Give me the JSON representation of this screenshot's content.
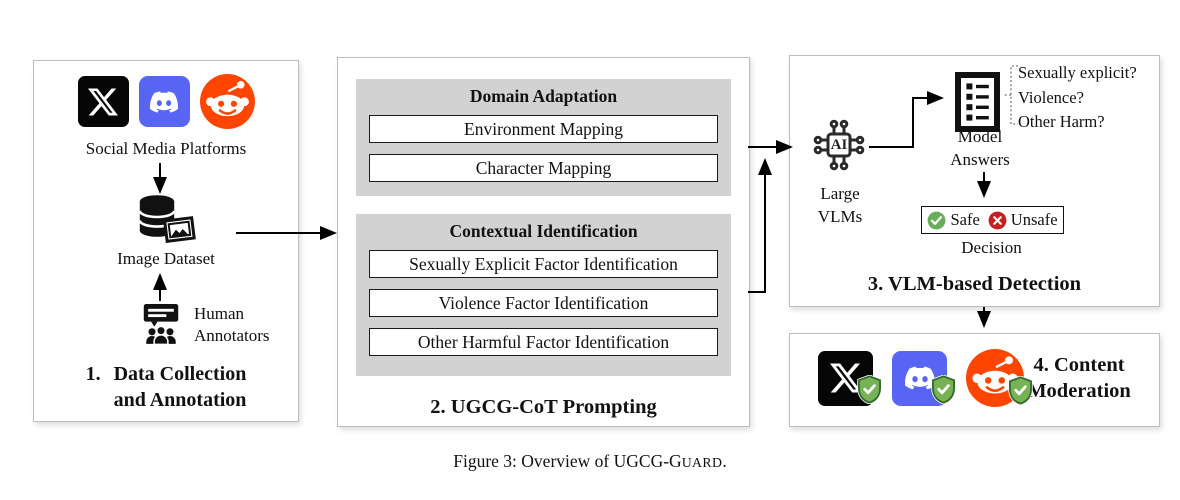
{
  "colors": {
    "x-black": "#060606",
    "discord-blue": "#5865F2",
    "reddit-orange": "#FF4500",
    "safe-green": "#67AE5B",
    "unsafe-red": "#C2211F",
    "shield-green": "#77B356",
    "shield-border": "#35682D",
    "section-gray": "#D2D2D2",
    "panel-border": "#BDBDBD"
  },
  "icons": [
    "x-icon",
    "discord-icon",
    "reddit-icon",
    "database-icon",
    "image-photo-icon",
    "presentation-board-icon",
    "people-group-icon",
    "ai-chip-icon",
    "checklist-icon",
    "check-circle-icon",
    "x-circle-icon",
    "shield-check-icon"
  ],
  "box1": {
    "title_number": "1.",
    "title_line1": "Data Collection",
    "title_line2": "and Annotation",
    "platforms_label": "Social Media Platforms",
    "dataset_label": "Image Dataset",
    "annotators_line1": "Human",
    "annotators_line2": "Annotators"
  },
  "box2": {
    "title": "2. UGCG-CoT Prompting",
    "sections": [
      {
        "title": "Domain Adaptation",
        "items": [
          "Environment Mapping",
          "Character Mapping"
        ]
      },
      {
        "title": "Contextual Identification",
        "items": [
          "Sexually Explicit Factor Identification",
          "Violence Factor Identification",
          "Other Harmful Factor Identification"
        ]
      }
    ]
  },
  "box3": {
    "title": "3. VLM-based Detection",
    "ai_chip_text": "AI",
    "vlm_line1": "Large",
    "vlm_line2": "VLMs",
    "answers_line1": "Model",
    "answers_line2": "Answers",
    "questions": [
      "Sexually explicit?",
      "Violence?",
      "Other Harm?"
    ],
    "safe_label": "Safe",
    "unsafe_label": "Unsafe",
    "decision_label": "Decision"
  },
  "box4": {
    "title_line1": "4. Content",
    "title_line2": "Moderation"
  },
  "caption": {
    "prefix": "Figure 3: Overview of ",
    "name_head": "UGCG-G",
    "name_tail": "UARD",
    "suffix": "."
  }
}
